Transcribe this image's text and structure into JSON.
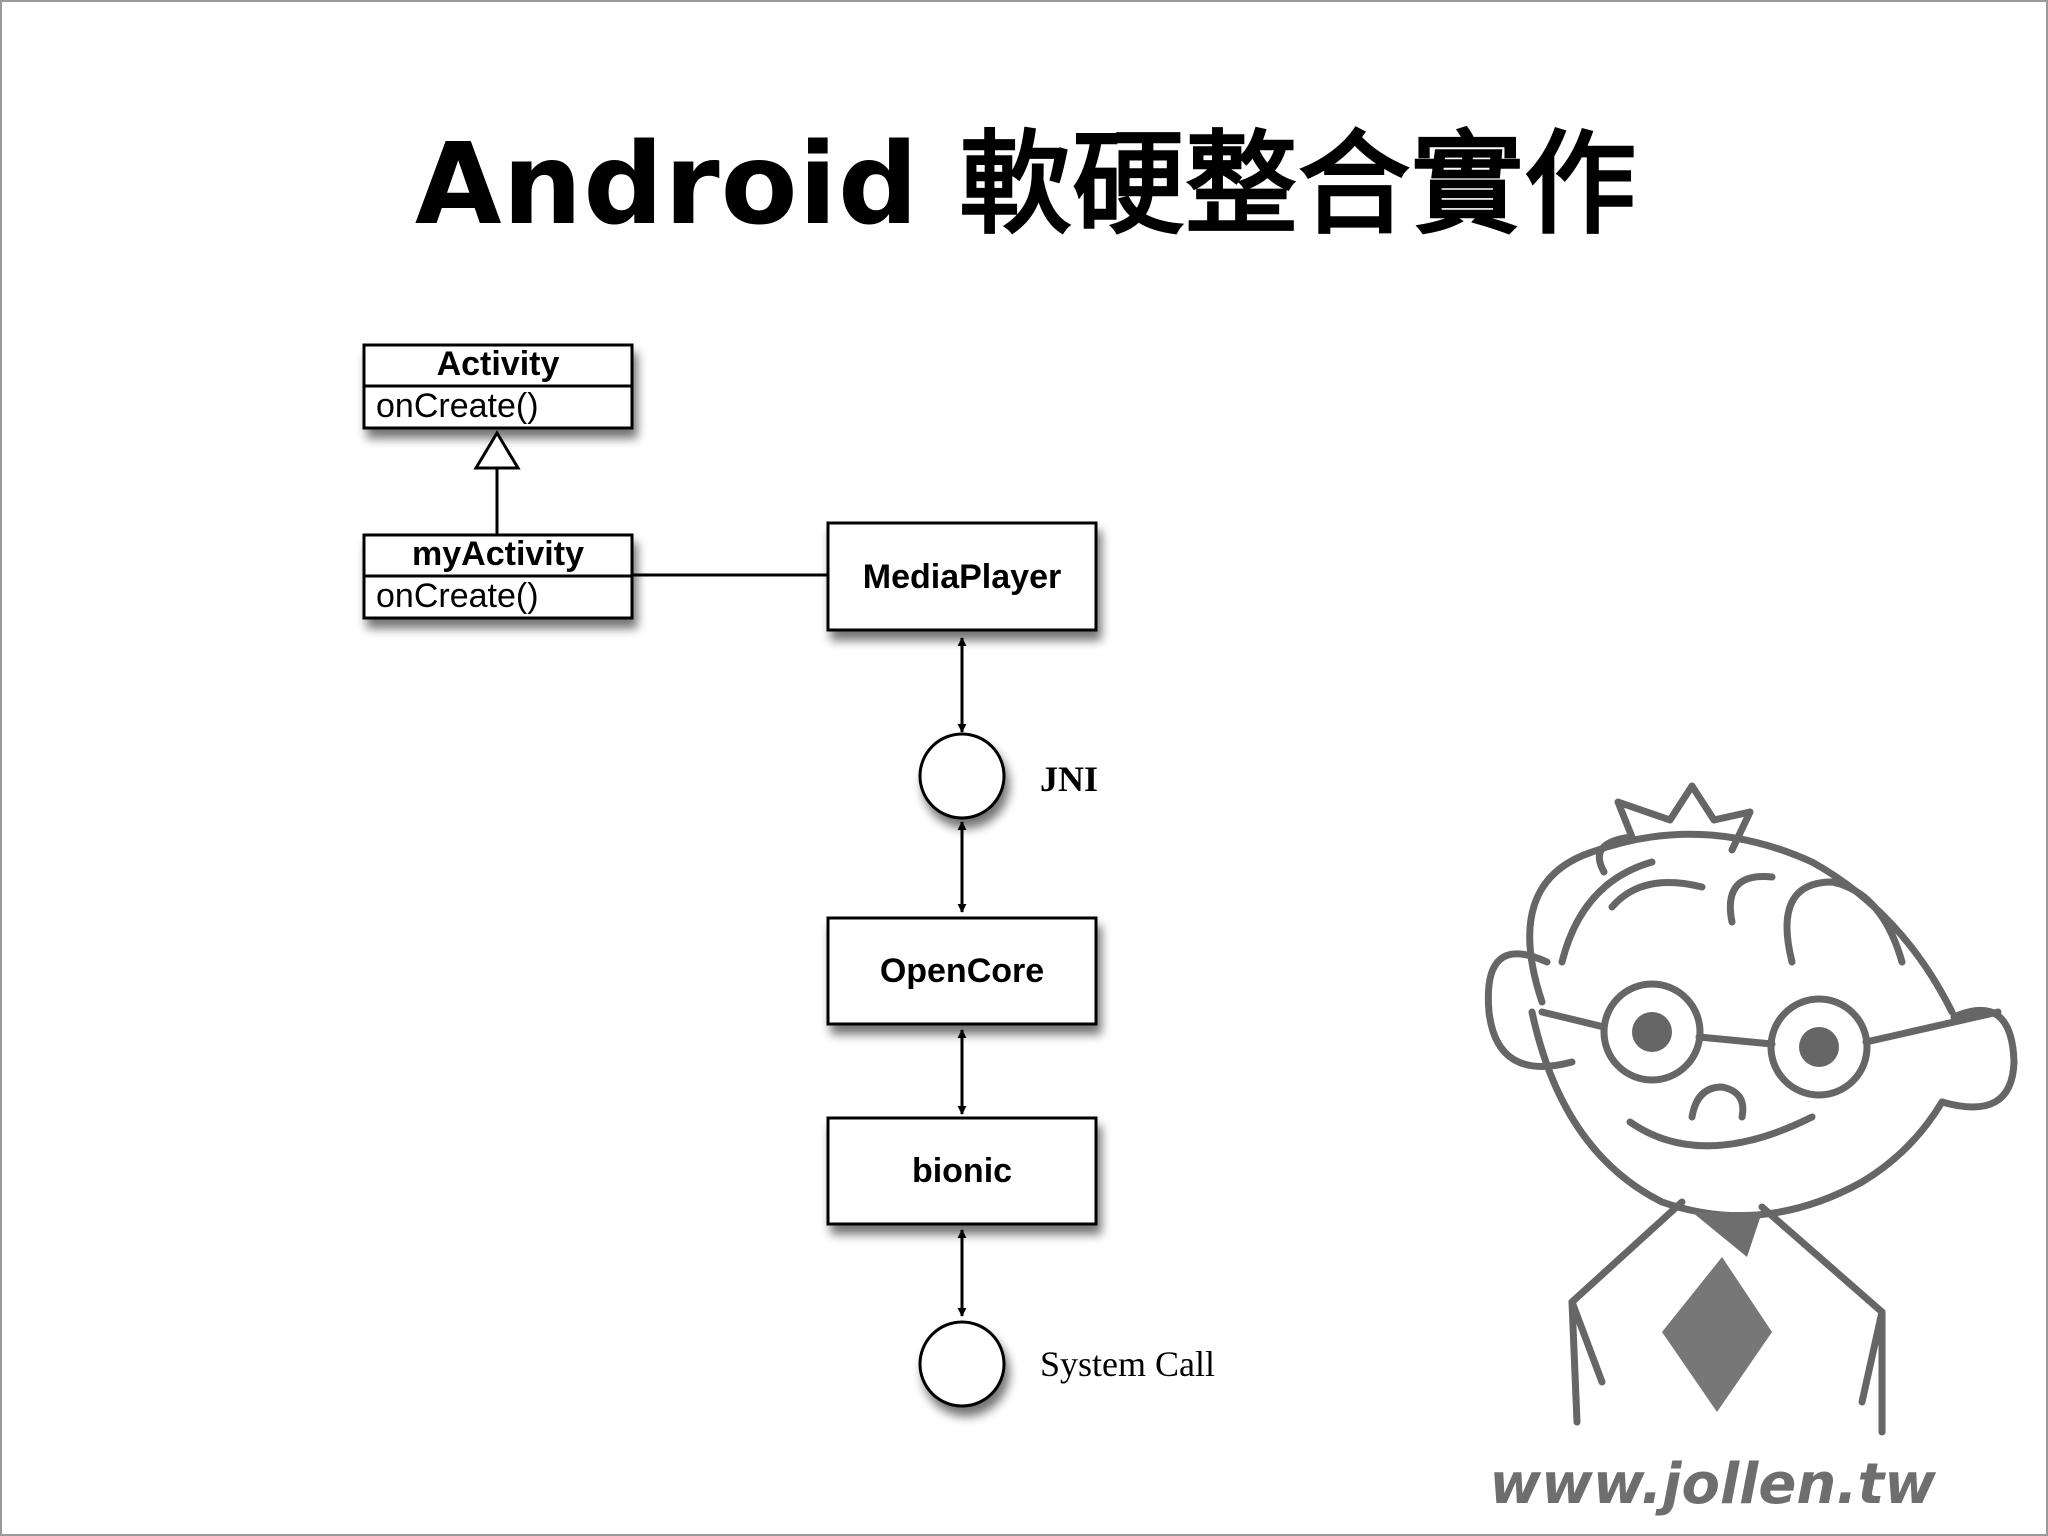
{
  "title": "Android 軟硬整合實作",
  "classes": {
    "activity": {
      "name": "Activity",
      "method": "onCreate()"
    },
    "my_activity": {
      "name": "myActivity",
      "method": "onCreate()"
    }
  },
  "nodes": {
    "media_player": "MediaPlayer",
    "opencore": "OpenCore",
    "bionic": "bionic"
  },
  "interfaces": {
    "jni": "JNI",
    "system_call": "System Call"
  },
  "brand": {
    "url": "www.jollen.tw",
    "mascot": "cartoon-boy-with-glasses-and-tie"
  }
}
